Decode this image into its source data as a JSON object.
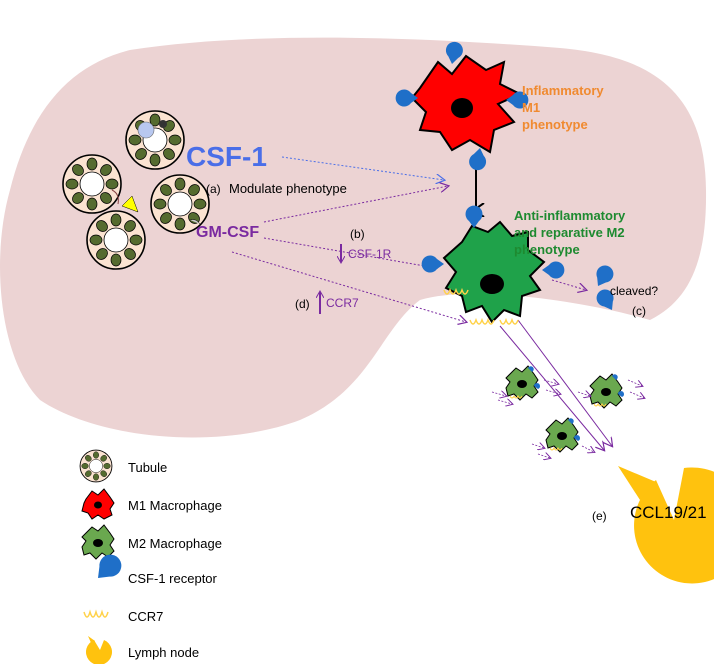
{
  "labels": {
    "csf1": "CSF-1",
    "gmcsf": "GM-CSF",
    "a": "(a)",
    "modulate": "Modulate phenotype",
    "b": "(b)",
    "csf1r": "CSF-1R",
    "d": "(d)",
    "ccr7": "CCR7",
    "c": "(c)",
    "cleaved": "cleaved?",
    "e": "(e)",
    "ccl": "CCL19/21",
    "m1_line1": "Inflammatory",
    "m1_line2": "M1",
    "m1_line3": "phenotype",
    "m2_line1": "Anti-inflammatory",
    "m2_line2": "and reparative M2",
    "m2_line3": "phenotype"
  },
  "legend": [
    {
      "icon": "tubule-icon",
      "label": "Tubule"
    },
    {
      "icon": "m1-macrophage-icon",
      "label": "M1 Macrophage"
    },
    {
      "icon": "m2-macrophage-icon",
      "label": "M2 Macrophage"
    },
    {
      "icon": "csf1-receptor-icon",
      "label": "CSF-1 receptor"
    },
    {
      "icon": "ccr7-icon",
      "label": "CCR7"
    },
    {
      "icon": "lymph-node-icon",
      "label": "Lymph node"
    }
  ],
  "colors": {
    "kidney": "#ecd3d3",
    "csf1_blue": "#4a6ee8",
    "gmcsf_purple": "#7a2aa0",
    "m1_red": "#ff0000",
    "m2_green": "#1fa24a",
    "small_m2": "#6aa84f",
    "receptor_blue": "#1f6fc8",
    "ccr7_yellow": "#ffd24a",
    "lymph": "#ffc20e",
    "m1_text": "#f08a30",
    "m2_text": "#1e8a30"
  }
}
